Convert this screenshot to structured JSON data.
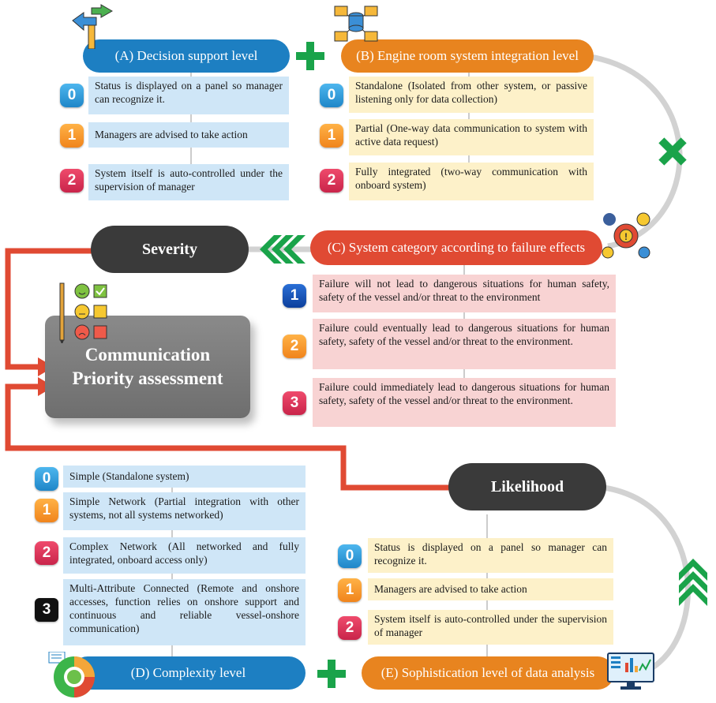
{
  "levels": {
    "A": {
      "title": "(A) Decision support level",
      "items": [
        {
          "badge": "0",
          "text": "Status is displayed on a panel so manager can recognize it."
        },
        {
          "badge": "1",
          "text": "Managers are advised to take action"
        },
        {
          "badge": "2",
          "text": "System itself is auto-controlled under the supervision of manager"
        }
      ]
    },
    "B": {
      "title": "(B) Engine room system integration level",
      "items": [
        {
          "badge": "0",
          "text": "Standalone (Isolated from other system, or passive listening only for data collection)"
        },
        {
          "badge": "1",
          "text": "Partial (One-way data communication to system with active data request)"
        },
        {
          "badge": "2",
          "text": "Fully integrated (two-way communication with onboard system)"
        }
      ]
    },
    "C": {
      "title": "(C) System category according to failure effects",
      "items": [
        {
          "badge": "1",
          "text": "Failure will not lead to dangerous situations for human safety, safety of the vessel and/or threat to the environment"
        },
        {
          "badge": "2",
          "text": "Failure could eventually lead to dangerous situations for human safety, safety of the vessel and/or threat to the environment."
        },
        {
          "badge": "3",
          "text": "Failure could immediately lead to dangerous situations for human safety, safety of the vessel and/or threat to the environment."
        }
      ]
    },
    "D": {
      "title": "(D) Complexity level",
      "items": [
        {
          "badge": "0",
          "text": "Simple (Standalone system)"
        },
        {
          "badge": "1",
          "text": "Simple Network (Partial integration with other systems, not all systems networked)"
        },
        {
          "badge": "2",
          "text": "Complex Network (All networked and fully integrated, onboard access only)"
        },
        {
          "badge": "3",
          "text": "Multi-Attribute Connected (Remote and onshore accesses, function relies on onshore support and continuous and reliable vessel-onshore communication)"
        }
      ]
    },
    "E": {
      "title": "(E) Sophistication level of data analysis",
      "items": [
        {
          "badge": "0",
          "text": "Status is displayed on a panel so manager can recognize it."
        },
        {
          "badge": "1",
          "text": "Managers are advised to take action"
        },
        {
          "badge": "2",
          "text": "System itself is auto-controlled under the supervision of manager"
        }
      ]
    }
  },
  "severity": "Severity",
  "likelihood": "Likelihood",
  "assessment": {
    "line1": "Communication",
    "line2": "Priority assessment"
  },
  "colors": {
    "blue": "#1d7fc2",
    "orange": "#e8841f",
    "red": "#e04a33",
    "green": "#1aa34a",
    "dark": "#3a3a3a"
  },
  "icons": [
    "direction-sign-icon",
    "database-network-icon",
    "gear-alert-icon",
    "checklist-emoji-icon",
    "pie-chart-icon",
    "monitor-dashboard-icon"
  ]
}
